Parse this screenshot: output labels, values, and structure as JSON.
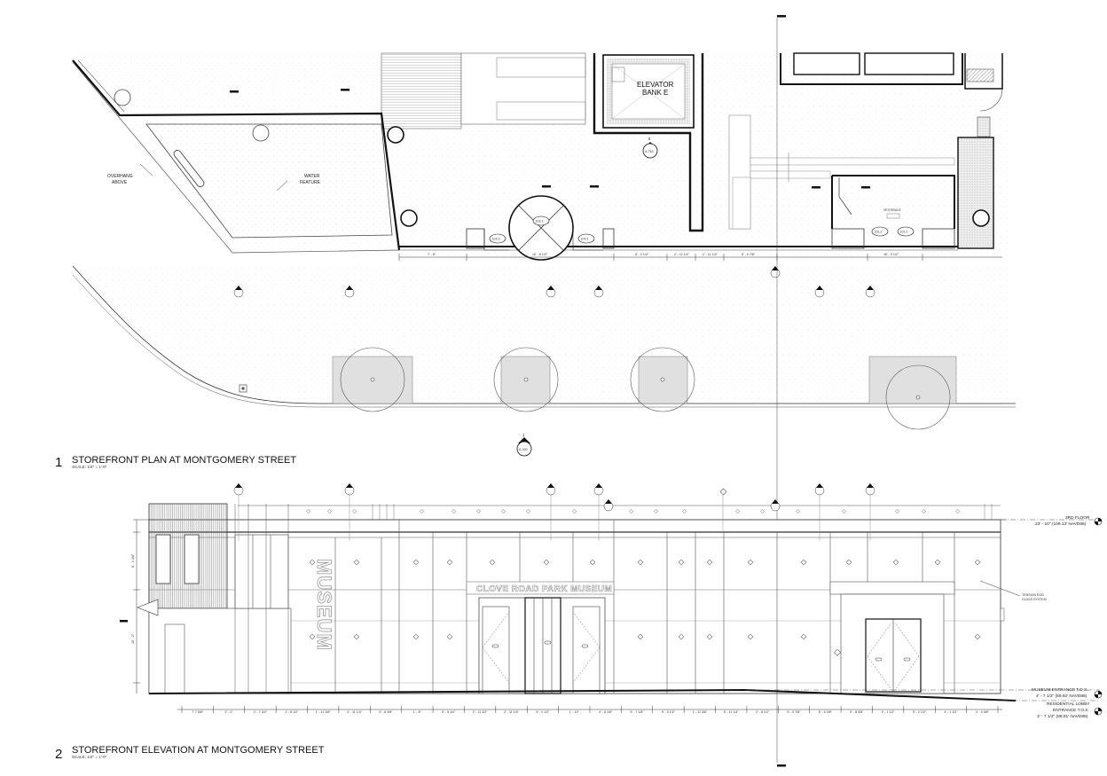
{
  "plan": {
    "number": "1",
    "title": "STOREFRONT PLAN AT MONTGOMERY STREET",
    "scale": "SCALE: 1/4\" = 1'-0\"",
    "labels": {
      "elevator_1": "ELEVATOR",
      "elevator_2": "BANK E",
      "overhang_1": "OVERHANG",
      "overhang_2": "ABOVE",
      "water_1": "WATER",
      "water_2": "FEATURE",
      "vestibule": "VESTIBULE"
    },
    "section_ref": {
      "num": "3",
      "sheet": "A-763"
    },
    "bottom_ref": {
      "num": "1",
      "sheet": "A-300"
    },
    "doors": [
      "103.2",
      "103.3",
      "103.1",
      "101.2",
      "101.1"
    ],
    "dimensions": [
      "7' - 8\"",
      "16' - 8 1/2\"",
      "8' - 2 1/4\"",
      "2' - 11 1/4\"",
      "2' - 11 1/4\"",
      "8' - 0 7/8\"",
      "16' - 0 1/2\""
    ]
  },
  "elevation": {
    "number": "2",
    "title": "STOREFRONT ELEVATION AT MONTGOMERY STREET",
    "scale": "SCALE: 1/4\" = 1'-0\"",
    "museum_sign": "CLOVE ROAD PARK MUSEUM",
    "vertical_sign": "MUSEUM",
    "note_1": "TENSION ROD",
    "note_2": "GLASS SYSTEM",
    "levels": {
      "third_floor": "3RD FLOOR",
      "third_floor_elev": "23' - 10\" (109.13' NAVD88)",
      "museum_entrance": "MUSEUM ENTRANCE T.O.S.",
      "museum_entrance_elev": "4' - 7 1/2\" (89.92' NAVD88)",
      "residential_1": "RESIDENTIAL LOBBY",
      "residential_2": "ENTRANCE T.O.S.",
      "residential_elev": "3' - 7 1/2\" (88.91' NAVD88)"
    },
    "dimensions": [
      "7' 7 5/8\"",
      "2' - 2\"",
      "3' - 7 3/4\"",
      "1' - 8 1/2\"",
      "1' - 11 3/8\"",
      "4' - 11 1/4\"",
      "5' - 8 3/8\"",
      "1' - 8\"",
      "5' - 5 1/4\"",
      "2' - 11 1/2\"",
      "2' - 11 1/4\"",
      "5' - 0 1/2\"",
      "1' - 10\"",
      "4' - 8 1/8\"",
      "5' - 7 1/8\"",
      "5' - 0 1/2\"",
      "1' - 11 3/8\"",
      "5' - 11 1/4\"",
      "2' - 8 1/2\"",
      "5' - 0 7/8\"",
      "5' - 5 3/8\"",
      "5' - 8 3/8\"",
      "4' - 1 1/2\"",
      "5' - 2 1/2\"",
      "4' - 1 1/2\"",
      "4' - 9 3/8\""
    ],
    "vertical_dims": [
      "8' - 1 3/8\"",
      "10' - 2\""
    ]
  }
}
